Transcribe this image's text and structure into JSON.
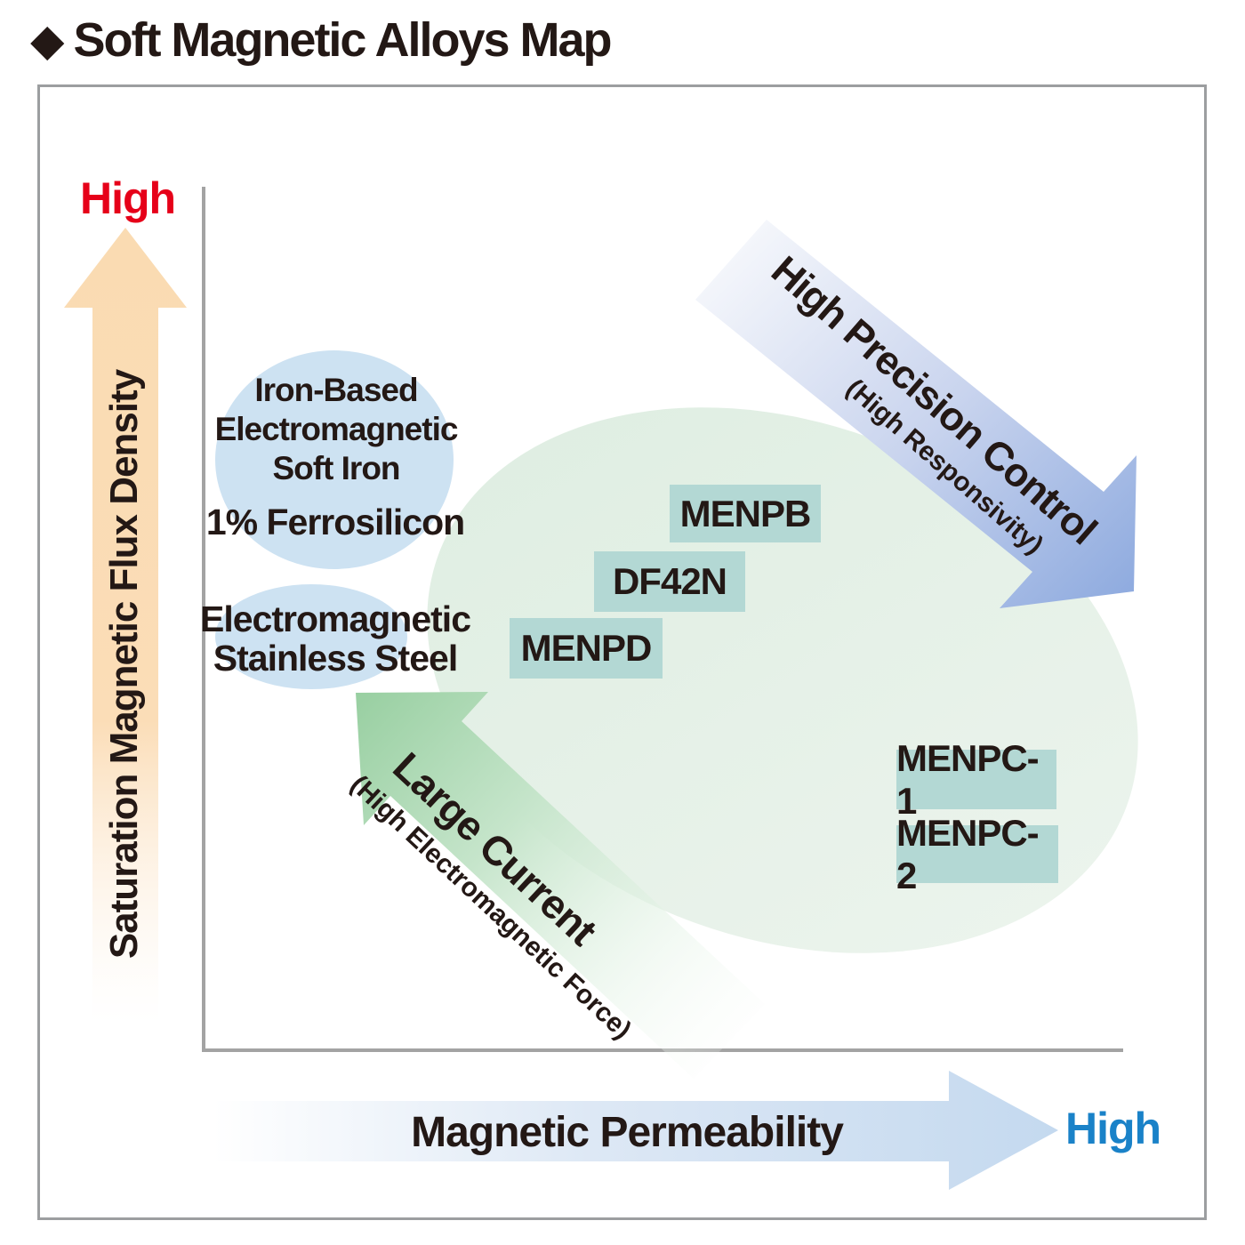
{
  "title": {
    "icon": "◆",
    "text": "Soft Magnetic Alloys Map"
  },
  "y_axis": {
    "high": "High",
    "label": "Saturation Magnetic Flux Density",
    "high_color": "#e60019",
    "arrow_color": "#fadbb2"
  },
  "x_axis": {
    "label": "Magnetic Permeability",
    "high": "High",
    "high_color": "#1a82c8",
    "arrow_color": "#c4d9ef"
  },
  "regions": {
    "iron_based": {
      "lines": [
        "Iron-Based",
        "Electromagnetic",
        "Soft Iron"
      ],
      "sub": "1% Ferrosilicon",
      "fill": "#cde2f2"
    },
    "stainless": {
      "lines": [
        "Electromagnetic",
        "Stainless Steel"
      ],
      "fill": "#cde2f2"
    },
    "alloys_area": {
      "fill": "#e6f1e8"
    }
  },
  "materials": [
    {
      "label": "MENPB"
    },
    {
      "label": "DF42N"
    },
    {
      "label": "MENPD"
    },
    {
      "label": "MENPC-1"
    },
    {
      "label": "MENPC-2"
    }
  ],
  "annotations": {
    "precision": {
      "main": "High Precision Control",
      "sub": "(High Responsivity)",
      "arrow_color": "#8fabdf"
    },
    "current": {
      "main": "Large Current",
      "sub": "(High Electromagnetic Force)",
      "arrow_color": "#98cfa1"
    }
  },
  "colors": {
    "text": "#231815",
    "frame_border": "#9c9ea0",
    "material_box_fill": "#b3d8d4",
    "axis_line": "#a3a3a3"
  }
}
